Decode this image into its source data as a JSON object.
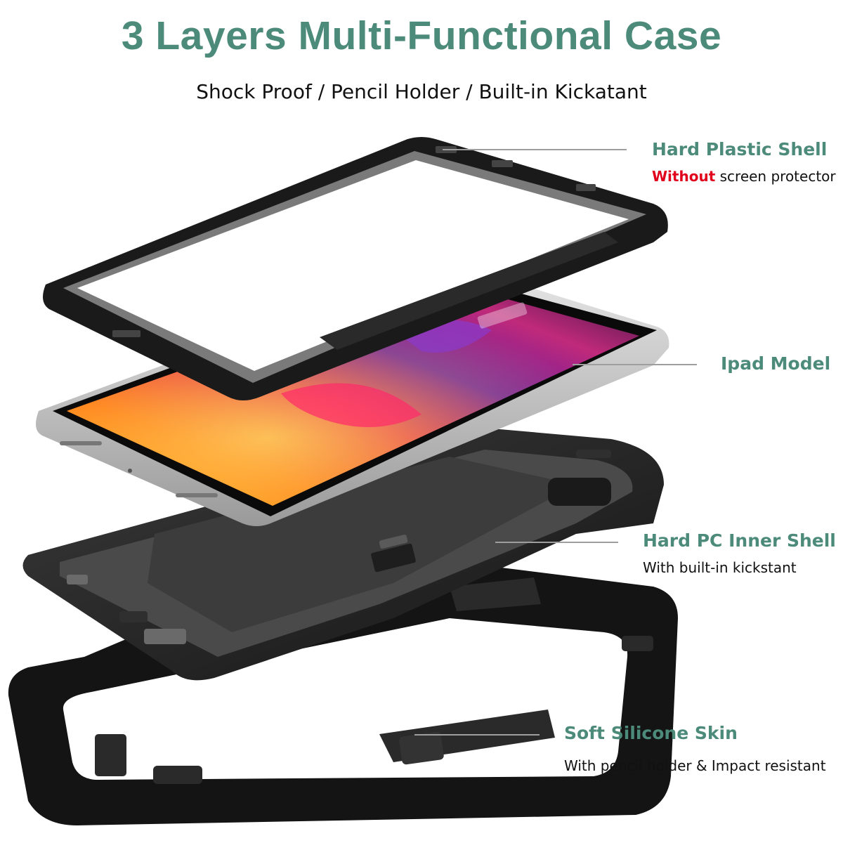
{
  "header": {
    "title": "3 Layers Multi-Functional Case",
    "subtitle": "Shock Proof / Pencil Holder / Built-in Kickatant"
  },
  "layers": [
    {
      "title": "Hard Plastic Shell",
      "desc_highlight": "Without",
      "desc_rest": " screen protector"
    },
    {
      "title": "Ipad Model"
    },
    {
      "title": "Hard PC Inner Shell",
      "desc": "With built-in kickstant"
    },
    {
      "title": "Soft Silicone Skin",
      "desc": "With pencil holder & Impact resistant"
    }
  ],
  "colors": {
    "accent": "#4c8a7a",
    "highlight": "#e0001b",
    "leader": "#9e9e9e",
    "case_black": "#1a1a1a",
    "case_dark": "#2b2b2b",
    "metal": "#c9c9c9"
  }
}
